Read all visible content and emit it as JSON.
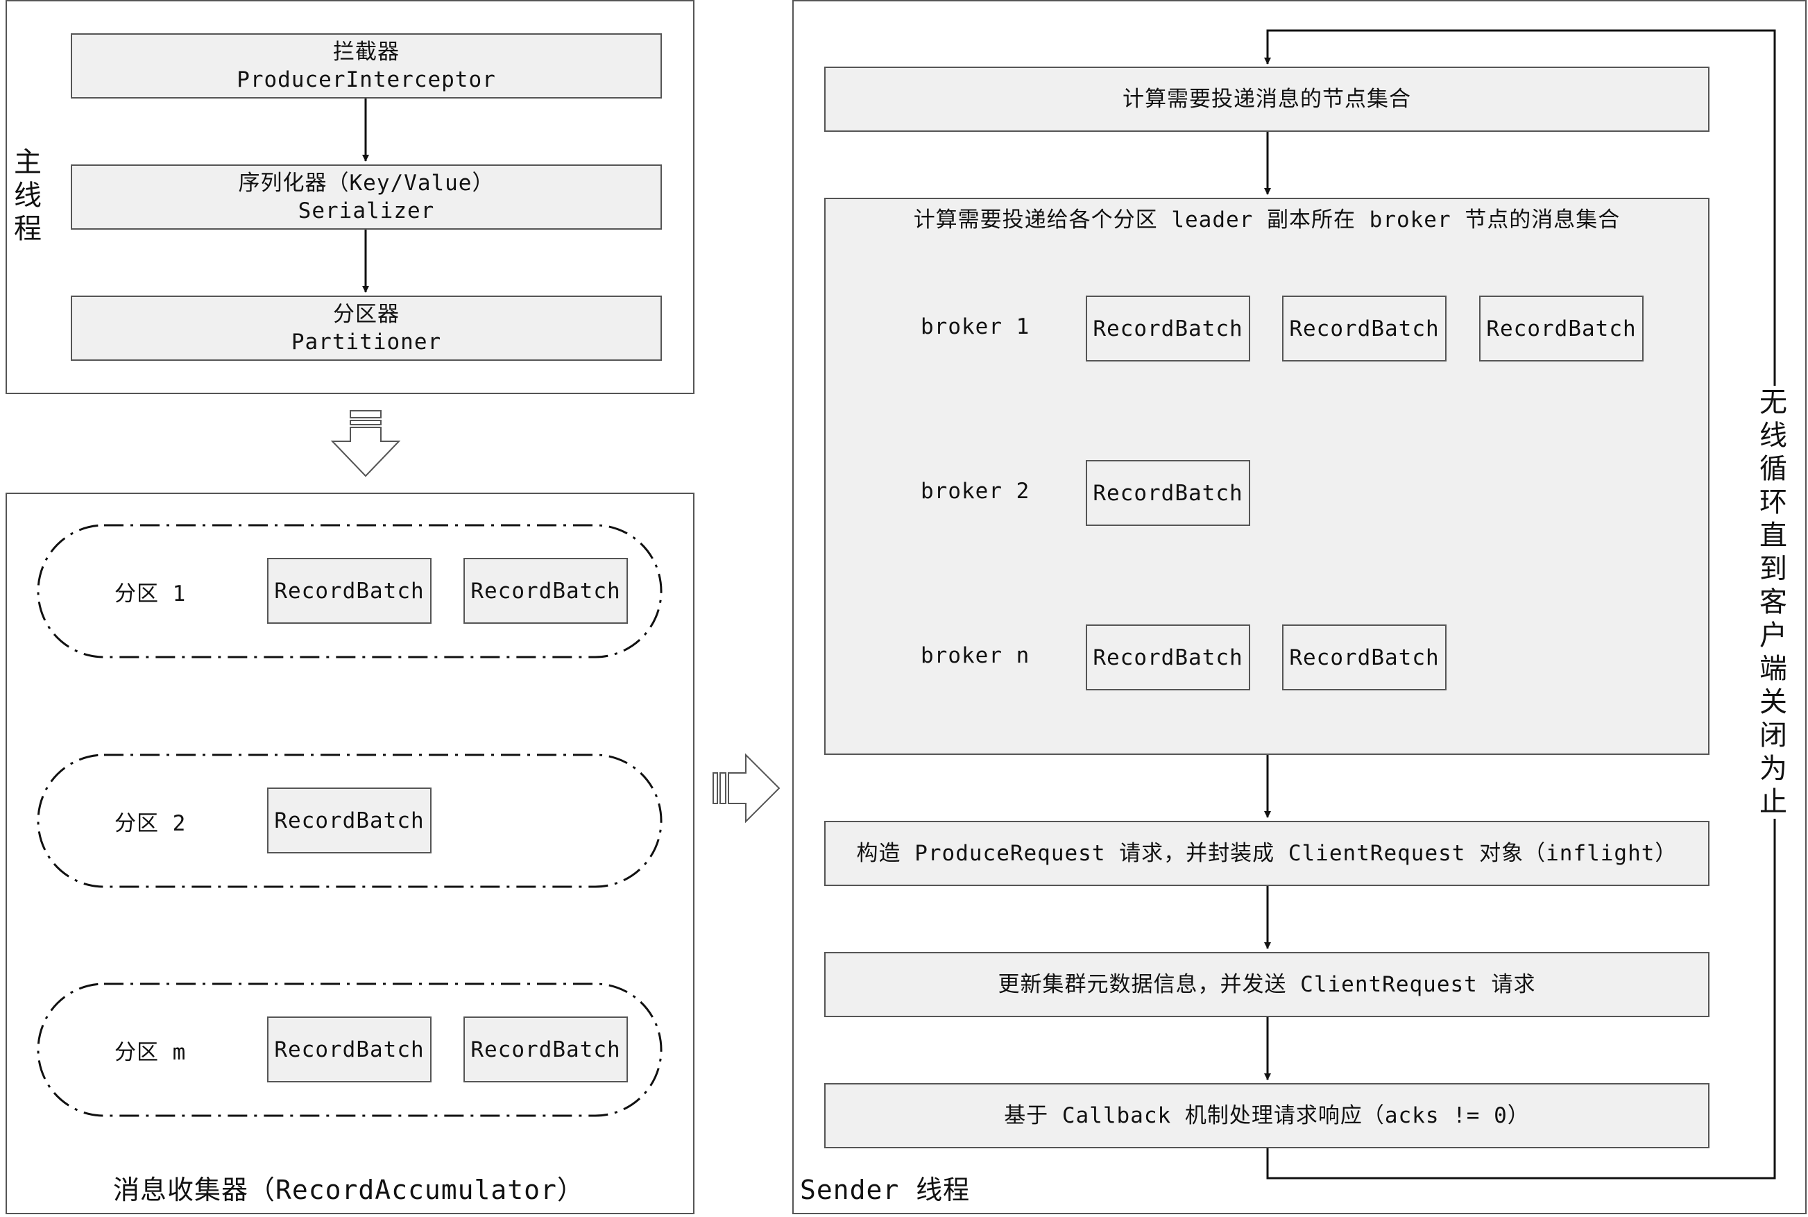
{
  "colors": {
    "border": "#555555",
    "box_fill": "#f0f0f0",
    "line": "#111111"
  },
  "main_thread": {
    "label": [
      "主",
      "线",
      "程"
    ],
    "interceptor": {
      "line1": "拦截器",
      "line2": "ProducerInterceptor"
    },
    "serializer": {
      "line1": "序列化器（Key/Value）",
      "line2": "Serializer"
    },
    "partitioner": {
      "line1": "分区器",
      "line2": "Partitioner"
    }
  },
  "accumulator": {
    "caption": "消息收集器（RecordAccumulator）",
    "partitions": [
      {
        "label": "分区 1",
        "batches": [
          "RecordBatch",
          "RecordBatch"
        ]
      },
      {
        "label": "分区 2",
        "batches": [
          "RecordBatch"
        ]
      },
      {
        "label": "分区 m",
        "batches": [
          "RecordBatch",
          "RecordBatch"
        ]
      }
    ]
  },
  "sender": {
    "caption": "Sender 线程",
    "step1": "计算需要投递消息的节点集合",
    "step2_title": "计算需要投递给各个分区 leader 副本所在 broker 节点的消息集合",
    "brokers": [
      {
        "label": "broker 1",
        "batches": [
          "RecordBatch",
          "RecordBatch",
          "RecordBatch"
        ]
      },
      {
        "label": "broker 2",
        "batches": [
          "RecordBatch"
        ]
      },
      {
        "label": "broker n",
        "batches": [
          "RecordBatch",
          "RecordBatch"
        ]
      }
    ],
    "step3": "构造 ProduceRequest 请求，并封装成 ClientRequest 对象（inflight）",
    "step4": "更新集群元数据信息，并发送 ClientRequest 请求",
    "step5": "基于 Callback 机制处理请求响应（acks != 0）",
    "loop_label": [
      "无",
      "线",
      "循",
      "环",
      "直",
      "到",
      "客",
      "户",
      "端",
      "关",
      "闭",
      "为",
      "止"
    ]
  }
}
